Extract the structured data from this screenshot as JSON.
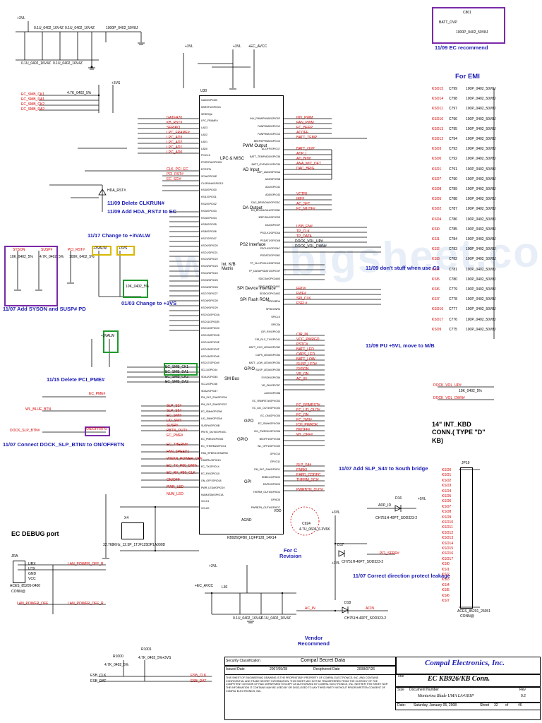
{
  "notes": {
    "ec_recommend": "11/09 EC recommend",
    "for_emi": "For EMI",
    "delete_clkrun": "11/09 Delete CLKRUN#",
    "add_hda_rst": "11/09 Add HDA_RST# to EC",
    "change_3valw": "11/17 Change to +3VALW",
    "add_syson": "11/07 Add SYSON and SUSP# PD",
    "change_3vs": "01/03 Change to +3VS",
    "dont_stuff": "11/09 don't stuff when use C0",
    "pu_move": "11/09 PU +5VL move to M/B",
    "delete_pci_pme": "11/15 Delete PCI_PME#",
    "connect_dock": "11/07 Connect DOCK_SLP_BTN# to ON/OFFBTN",
    "add_slp_s4": "11/07 Add SLP_S4# to South bridge",
    "for_c_revision": "For C\nRevision",
    "correct_direction": "11/07 Correct direction protect leakage",
    "vendor_recommend": "Vendor\nRecommend",
    "ec_debug": "EC DEBUG port",
    "kbd_conn": "14\" INT_KBD\nCONN.( TYPE \"D\"\nKB)"
  },
  "chip": {
    "ref": "U30",
    "part": "KB926QFB0_LQFP128_14X14",
    "sections": [
      "LPC & MISC",
      "PWM Output",
      "AD Input",
      "DA Output",
      "PS2 Interface",
      "Int. K/B\nMatrix",
      "SPI Device Interface",
      "SPI Flash ROM",
      "GPIO",
      "SM Bus",
      "GPIO",
      "GPO",
      "GPI"
    ],
    "left_pins": [
      "GA20/GPIO00",
      "KBRST#/GPIO01",
      "SERIRQ#",
      "LPC_FRAME#",
      "LAD3",
      "LAD2",
      "LAD1",
      "LAD0",
      "PCICLK",
      "PCIRST#/GPIO05",
      "ECRST#",
      "SCI#/GPIO0E",
      "CLKRUN#/GPIO1D",
      "KSI0/GPIO30",
      "KSI1/GPIO31",
      "KSI2/GPIO32",
      "KSI3/GPIO33",
      "KSI4/GPIO34",
      "KSI5/GPIO35",
      "KSI6/GPIO36",
      "KSI7/GPIO37",
      "KSO0/GPIO20",
      "KSO1/GPIO21",
      "KSO2/GPIO22",
      "KSO3/GPIO23",
      "KSO4/GPIO24",
      "KSO5/GPIO25",
      "KSO6/GPIO26",
      "KSO7/GPIO27",
      "KSO8/GPIO28",
      "KSO9/GPIO29",
      "KSO10/GPIO2A",
      "KSO11/GPIO2B",
      "KSO12/GPIO2C",
      "KSO13/GPIO2D",
      "KSO14/GPIO2E",
      "KSO15/GPIO2F",
      "KSO16/GPIO48",
      "KSO17/GPIO49",
      "SCL1/GPIO44",
      "SDA1/GPIO45",
      "SCL2/GPIO46",
      "SDA2/GPIO47",
      "PM_SLP_S3#/GPIO04",
      "PM_SLP_S5#/GPIO07",
      "EC_SMI#/GPIO08",
      "LID_SW#/GPIO0A",
      "SUSP#/GPIO0B",
      "PBTN_OUT#/GPIO0C",
      "EC_PME#/GPIO0D",
      "EC_THERM#/GPIO11",
      "FAN_SPEED1/FANFB0",
      "FANFB1/GPIO13",
      "EC_TX/GPIO14",
      "EC_RX/GPIO15",
      "ON_OFF/GPIO18",
      "PWR_LED#/GPIO19",
      "NUMLED#/GPIO1A",
      "XCLK1",
      "XCLK0"
    ],
    "right_pins": [
      "INV_PWM/PWM0/GPIO0F",
      "FANPWM0/GPIO12",
      "FANPWM1/GPIO13",
      "BEEP#/PWM2/GPIO10",
      "ACOFF/GPIO17",
      "BATT_TEMP/AD0/GPIO38",
      "BATT_OVP/AD1/GPIO39",
      "ADP_I/AD2/GPIO3A",
      "AD3/GPIO3B",
      "AD4/GPIO42",
      "AD5/GPIO43",
      "DAC_BRIG/DA0/GPIO3C",
      "EN_DFAN1/DA1/GPIO3D",
      "IREF/DA2/GPIO3E",
      "DA3/GPIO3F",
      "PSCLK1/GPIO4A",
      "PSDAT1/GPIO4B",
      "PSCLK2/GPIO4C",
      "PSDAT2/GPIO4D",
      "TP_CLK/PSCLK3/GPIO4E",
      "TP_DATA/PSDAT3/GPIO4F",
      "SDICS#/GPXOA00",
      "SDICLK/GPXOA01",
      "SDIDO/GPXOA02",
      "SPIDI/RD#",
      "SPIDO/WR#",
      "SPICLK",
      "SPICS#",
      "CIR_RX/GPIO40",
      "CIR_RLC_TX/GPIO41",
      "BATT_CHG_LED#/GPIO52",
      "CAPS_LED#/GPIO53",
      "BATT_LOW_LED#/GPIO54",
      "SUSP_LED#/GPIO55",
      "SYSON/GPIO56",
      "VR_ON/GPIO57",
      "ACIN/GPIO58",
      "EC_RSMRST#/GPXO03",
      "EC_LID_OUT#/GPXO04",
      "EC_ON/GPXO05",
      "EC_SWI#/GPXO06",
      "ICH_PWROK/GPXO06",
      "BKOFF#/GPXO08",
      "WL_OFF#/GPXO09",
      "GPXO10",
      "GPXO11",
      "PM_SLP_S4#/GPXID1",
      "ENBKL/GPXID2",
      "EAPD/GPXID3",
      "THERM_OUT#/GPXID4",
      "GPXID5",
      "PWRBTN_OUT#/GPXID7"
    ]
  },
  "left_signals": [
    "GATEA20",
    "KB_RST#",
    "SERIRQ",
    "LPC_FRAME#",
    "LPC_AD3",
    "LPC_AD2",
    "LPC_AD1",
    "LPC_AD0",
    "CLK_PCI_EC",
    "PCI_RST#",
    "EC_SCI#",
    "EC_SMB_CK1",
    "EC_SMB_DA1",
    "EC_SMB_CK2",
    "EC_SMB_DA2",
    "SLP_S3#",
    "SLP_S5#",
    "EC_SMI#",
    "LID_SW#",
    "SUSP#",
    "PBTN_OUT#",
    "EC_PME#",
    "EC_THERM#",
    "FAN_SPEED1",
    "WWAN_POWER_OFF",
    "EC_TX_P80_DATA",
    "EC_RX_P80_CLK",
    "ON/OFF",
    "PWR_LED",
    "NUM_LED"
  ],
  "right_signals": [
    "INV_PWM",
    "FAN_PWM",
    "EC_BEEP",
    "ACOFF",
    "BATT_TEMP",
    "BATT_OVP",
    "ADP_I",
    "AD_BID0",
    "ANA_MIC_DET",
    "DAC_BRIG",
    "VCTRL",
    "IREF",
    "AC_SET",
    "EC_MUTE#",
    "USB_EN#",
    "TP_CLK",
    "TP_DATA",
    "DOCK_VOL_UP#",
    "DOCK_VOL_DWN#",
    "FRD#",
    "FWE#",
    "SPI_CLK",
    "FSEL#",
    "CIR_IN",
    "VCC_PWRGD",
    "PSTC#",
    "BATT_LED",
    "CAPS_LED",
    "BATT_LOW",
    "SUSP_LED#",
    "SYSON",
    "VR_ON",
    "AC_IN",
    "EC_RSMRST#",
    "EC_LID_OUT#",
    "EC_ON",
    "EC_SWI#",
    "ICH_PWROK",
    "BKOFF#",
    "WL_OFF#",
    "SLP_S4#",
    "ENBKL",
    "EAPD_CODEC",
    "THERM_SCI#",
    "PWRBTN_OUT#"
  ],
  "emi": {
    "labels": [
      "KSO15",
      "KSO14",
      "KSO11",
      "KSO10",
      "KSO13",
      "KSO12",
      "KSO3",
      "KSO0",
      "KSO1",
      "KSO7",
      "KSO8",
      "KSO5",
      "KSO2",
      "KSO4",
      "KSI0",
      "KSI1",
      "KSI2",
      "KSI3",
      "KSI4",
      "KSI5",
      "KSI6",
      "KSI7",
      "KSO16",
      "KSO17",
      "KSO9"
    ],
    "caps": [
      "C799",
      "C798",
      "C797",
      "C796",
      "C795",
      "C794",
      "C793",
      "C792",
      "C791",
      "C790",
      "C789",
      "C788",
      "C787",
      "C786",
      "C785",
      "C784",
      "C783",
      "C782",
      "C781",
      "C780",
      "C779",
      "C778",
      "C777",
      "C776",
      "C775"
    ],
    "value": "100P_0402_50V8J"
  },
  "kbd_pins": [
    "KSO0",
    "KSO1",
    "KSO2",
    "KSO3",
    "KSO4",
    "KSO5",
    "KSO6",
    "KSO7",
    "KSO8",
    "KSO9",
    "KSO10",
    "KSO11",
    "KSO12",
    "KSO13",
    "KSO14",
    "KSO15",
    "KSO16",
    "KSO17",
    "KSI0",
    "KSI1",
    "KSI2",
    "KSI3",
    "KSI4",
    "KSI5",
    "KSI6",
    "KSI7"
  ],
  "kbd_conn": {
    "ref": "JP19",
    "part": "ACES_85201_26051",
    "label": "CONN@"
  },
  "debug_port": {
    "ref": "JRA",
    "part": "ACES_85205-0400",
    "label": "CONN@",
    "pins": [
      "URX",
      "UTX",
      "GND",
      "VCC"
    ],
    "nets": [
      "LAN_POWER_OFF_R",
      "LAN_POWER_OFF"
    ]
  },
  "misc": {
    "rail_3vl": "+3VL",
    "rail_3vs": "+3VS",
    "rail_5vl": "+5VL",
    "rail_ec_avcc": "+EC_AVCC",
    "ec_recommend_cap": "C801",
    "batt_ovp": "BATT_OVP",
    "cap_value": "1000P_0402_50V8J",
    "hda_rst": "HDA_RST#",
    "xtal": "32.768KHz_12.5P_1TJF125DP1A000D",
    "crystal_ref": "X4",
    "c_rev_cap": "C924",
    "c_rev_val": "4.7U_0603_6.3V6K",
    "pci_serr": "PCI_SERR#",
    "adp_id": "ADP_ID",
    "ac_in": "AC_IN",
    "acin": "ACIN",
    "dock_slp_btn": "DOCK_SLP_BTN#",
    "ich_pwrok": "ICH_PWROK",
    "wl_blue_btn": "WL_BLUE_BTN",
    "ec_pme": "EC_PME#",
    "hda_rst_net": "HDA_RST#",
    "syson": "SYSON",
    "susp": "SUSP#",
    "pci_rst": "PCI_RST#",
    "on_off": "ON/OFFBTN",
    "3valw": "+3VALW",
    "eapd": "EAPD_CODEC",
    "lid_sw": "LID_SW#",
    "tp_clk": "TP_CLK",
    "tp_data": "TP_DATA",
    "esb_clk": "ESB_CLK",
    "esb_dat": "ESB_DAT",
    "r1000": "R1000",
    "r1001": "R1001",
    "res_47k": "4.7K_0402_5%",
    "res_10k": "10K_0402_5%",
    "res_100k": "100K_0402_5%",
    "res_0": "0_0402_5%",
    "diode1": "CH751H-40PT_SOD323-2",
    "diode2": "D16",
    "diode3": "D17",
    "diode4": "D18",
    "pu_5vl": "+5VL",
    "vdd": "VDD",
    "agnd": "AGND",
    "gnd": "GND",
    "c_ec_avcc": "0.1U_0402_16V4Z",
    "l_ec": "L30",
    "pcb_note": "PCI_SERR#"
  },
  "title_block": {
    "security_label": "Security Classification",
    "compal_secret": "Compal Secret Data",
    "issued_label": "Issued Date",
    "issued_date": "2007/09/28",
    "deciphered_label": "Deciphered Date",
    "deciphered_date": "2008/07/26",
    "company": "Compal Electronics, Inc.",
    "title_label": "Title",
    "title": "EC KB926/KB Conn.",
    "size_label": "Size",
    "doc_label": "Document Number",
    "doc_value": "Monterina Blade UMA LA4181P",
    "rev_label": "Rev",
    "rev_value": "0.2",
    "date_label": "Date:",
    "date_value": "Saturday, January 05, 2008",
    "sheet_label": "Sheet",
    "sheet_value": "32",
    "of_label": "of",
    "of_value": "46",
    "disclaimer": "THIS SHEET OF ENGINEERING DRAWING IS THE PROPRIETARY PROPERTY OF COMPAL ELECTRONICS, INC. AND CONTAINS CONFIDENTIAL AND TRADE SECRET INFORMATION. THIS SHEET MAY NOT BE TRANSFERRED FROM THE CUSTODY OF THE COMPETENT DIVISION OF R&D DEPARTMENT EXCEPT AS AUTHORIZED BY COMPAL ELECTRONICS, INC. NEITHER THIS SHEET NOR THE INFORMATION IT CONTAINS MAY BE USED BY OR DISCLOSED TO ANY THIRD PARTY WITHOUT PRIOR WRITTEN CONSENT OF COMPAL ELECTRONICS, INC."
  },
  "watermark": "www.bigsheet.com"
}
